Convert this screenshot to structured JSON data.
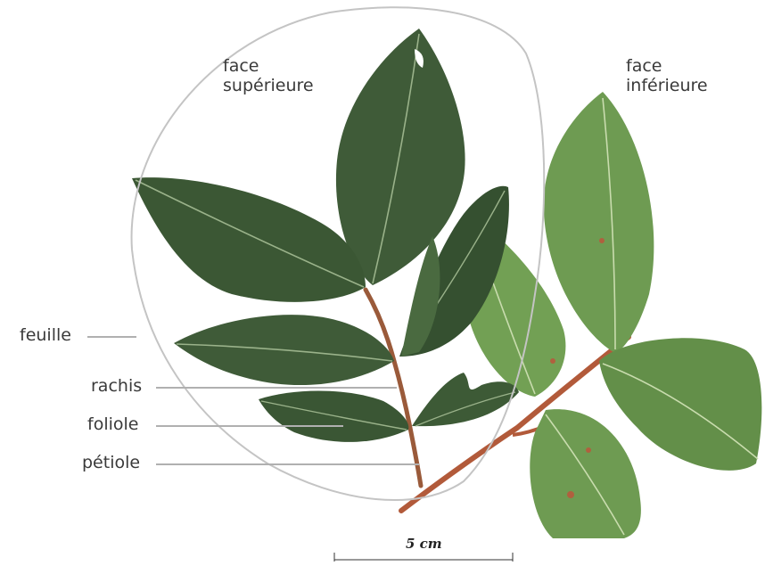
{
  "labels": {
    "face_superieure_line1": "face",
    "face_superieure_line2": "supérieure",
    "face_inferieure_line1": "face",
    "face_inferieure_line2": "inférieure",
    "feuille": "feuille",
    "rachis": "rachis",
    "foliole": "foliole",
    "petiole": "pétiole"
  },
  "scale": {
    "text": "5 cm"
  },
  "colors": {
    "upper_leaf": "#3f5b38",
    "upper_leaf_dark": "#2f4729",
    "lower_leaf": "#6e9b52",
    "lower_leaf_dark": "#5c8744",
    "vein_upper": "#9ab28a",
    "vein_lower": "#c9dcae",
    "stem": "#b25a3a",
    "outline": "#c4c4c4",
    "pointer": "#b0b0b0"
  }
}
